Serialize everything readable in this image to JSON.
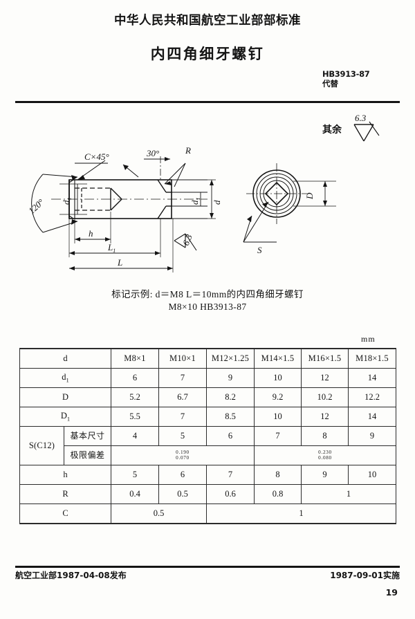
{
  "header": {
    "organization": "中华人民共和国航空工业部部标准",
    "title": "内四角细牙螺钉",
    "standard_code": "HB3913-87",
    "supersedes_label": "代替"
  },
  "drawing": {
    "labels": {
      "chamfer": "C×45°",
      "angle_30": "30°",
      "radius": "R",
      "angle_120": "120°",
      "d1_inner": "d₁",
      "d_major": "d",
      "d1_right": "d₁",
      "h": "h",
      "L1": "L₁",
      "L": "L",
      "socket_D": "D",
      "socket_S": "S",
      "surface_local": "6.3"
    },
    "surface_finish": {
      "note": "其余",
      "value": "6.3"
    }
  },
  "marking": {
    "line1": "标记示例: d＝M8 L＝10mm的内四角细牙螺钉",
    "line2": "M8×10  HB3913-87"
  },
  "table": {
    "unit": "mm",
    "columns": [
      "M8×1",
      "M10×1",
      "M12×1.25",
      "M14×1.5",
      "M16×1.5",
      "M18×1.5"
    ],
    "rows": [
      {
        "label": "d",
        "sub": "",
        "values": [
          "M8×1",
          "M10×1",
          "M12×1.25",
          "M14×1.5",
          "M16×1.5",
          "M18×1.5"
        ]
      },
      {
        "label": "d",
        "sub": "1",
        "values": [
          "6",
          "7",
          "9",
          "10",
          "12",
          "14"
        ]
      },
      {
        "label": "D",
        "sub": "",
        "values": [
          "5.2",
          "6.7",
          "8.2",
          "9.2",
          "10.2",
          "12.2"
        ]
      },
      {
        "label": "D",
        "sub": "1",
        "values": [
          "5.5",
          "7",
          "8.5",
          "10",
          "12",
          "14"
        ]
      }
    ],
    "s_group": {
      "label": "S(C12)",
      "basic_label": "基本尺寸",
      "basic_values": [
        "4",
        "5",
        "6",
        "7",
        "8",
        "9"
      ],
      "tolerance_label": "极限偏差",
      "tolerance_groups": [
        {
          "span": 3,
          "upper": "0.190",
          "lower": "0.070"
        },
        {
          "span": 3,
          "upper": "0.230",
          "lower": "0.080"
        }
      ]
    },
    "h_row": {
      "label": "h",
      "values": [
        "5",
        "6",
        "7",
        "8",
        "9",
        "10"
      ]
    },
    "r_row": {
      "label": "R",
      "cells": [
        {
          "value": "0.4",
          "span": 1
        },
        {
          "value": "0.5",
          "span": 1
        },
        {
          "value": "0.6",
          "span": 1
        },
        {
          "value": "0.8",
          "span": 1
        },
        {
          "value": "1",
          "span": 2
        }
      ]
    },
    "c_row": {
      "label": "C",
      "cells": [
        {
          "value": "0.5",
          "span": 2
        },
        {
          "value": "1",
          "span": 4
        }
      ]
    }
  },
  "footer": {
    "issued": "航空工业部1987-04-08发布",
    "effective": "1987-09-01实施",
    "page_number": "19"
  }
}
